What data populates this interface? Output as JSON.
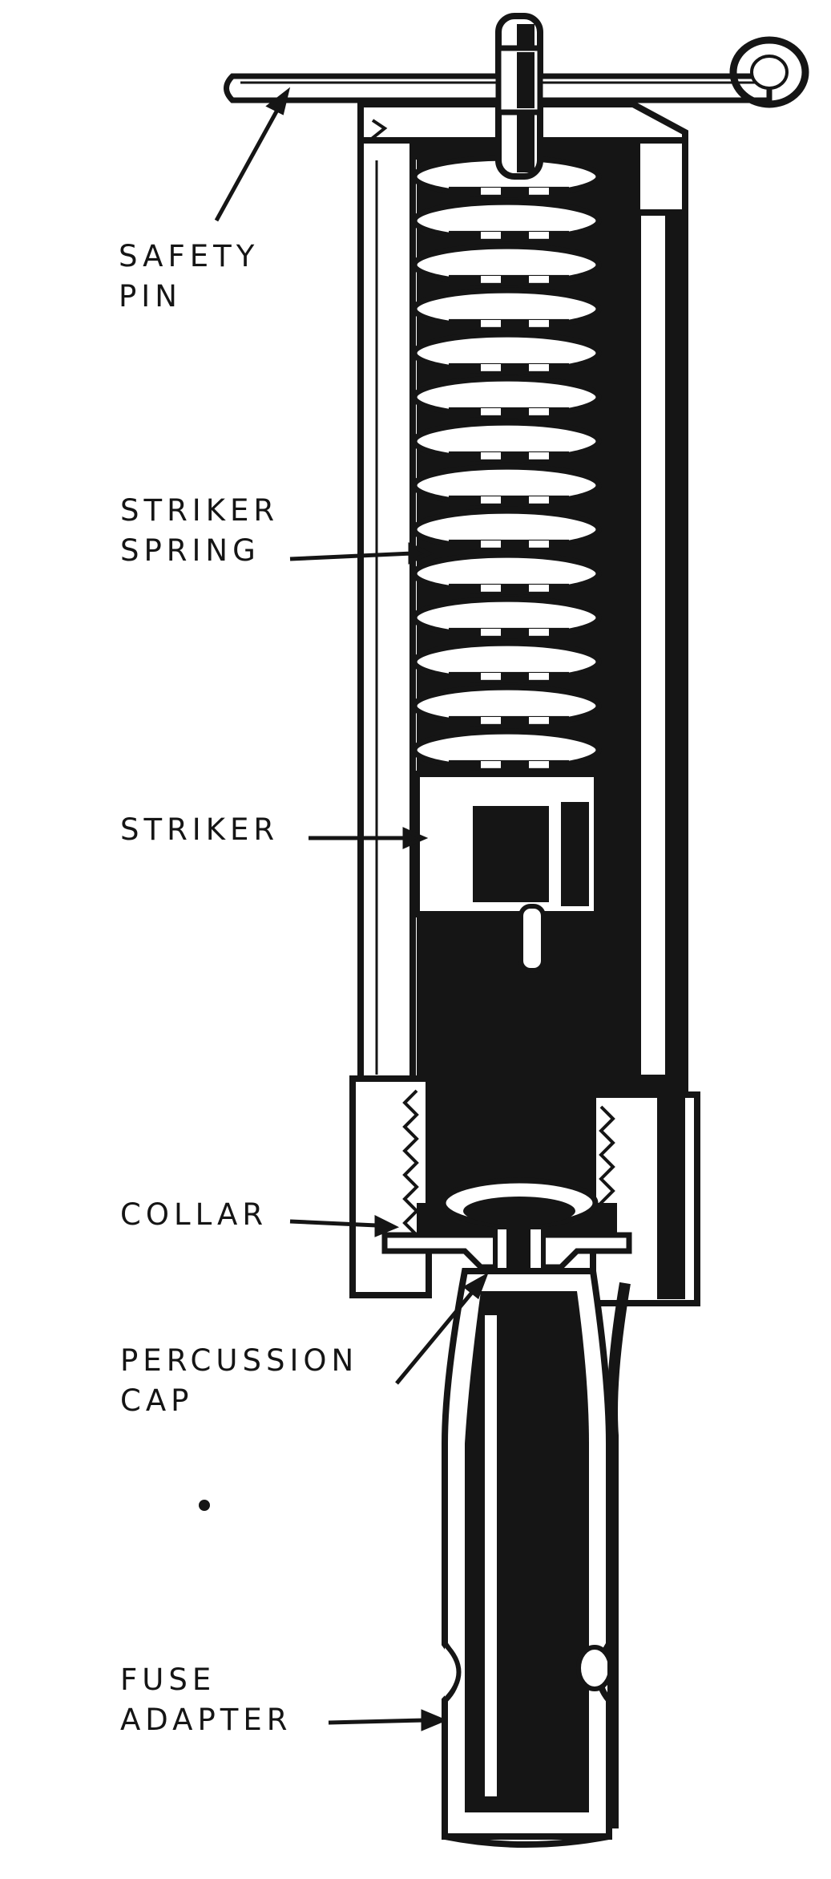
{
  "diagram": {
    "labels": {
      "safety_pin": [
        "SAFETY",
        "PIN"
      ],
      "striker_spring": [
        "STRIKER",
        "SPRING"
      ],
      "striker": [
        "STRIKER"
      ],
      "collar": [
        "COLLAR"
      ],
      "percussion_cap": [
        "PERCUSSION",
        "CAP"
      ],
      "fuse_adapter": [
        "FUSE",
        "ADAPTER"
      ]
    },
    "colors": {
      "ink": "#151515",
      "paper": "#ffffff"
    }
  }
}
